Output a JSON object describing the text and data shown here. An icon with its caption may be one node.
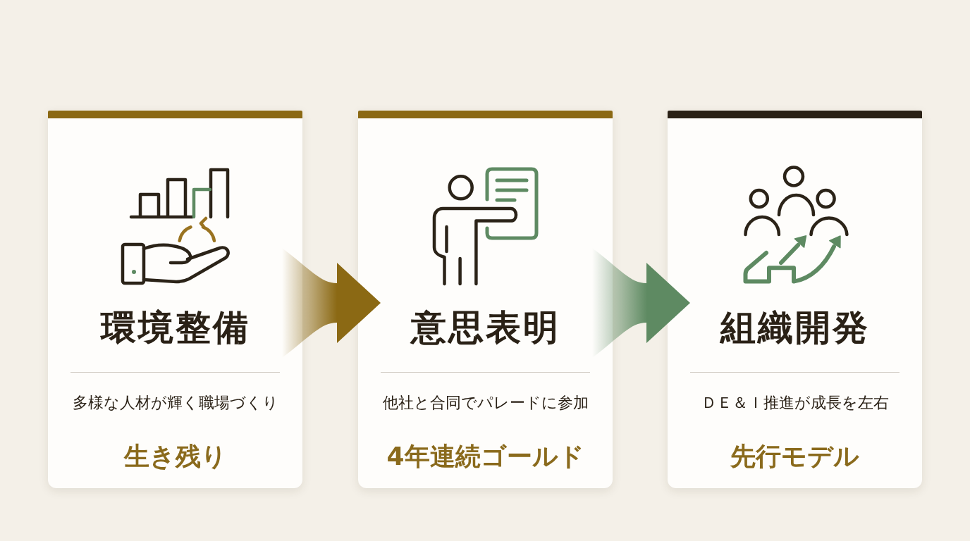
{
  "diagram": {
    "nodes": [
      {
        "text": [
          "環境整備",
          "多様な人材が輝く職場づくり",
          "生き残り"
        ]
      },
      {
        "text": [
          "意思表明",
          "他社と合同でパレードに参加",
          "4年連続ゴールド"
        ]
      },
      {
        "text": [
          "組織開発",
          "ＤＥ＆Ｉ推進が成長を左右",
          "先行モデル"
        ]
      }
    ],
    "edges": [
      {
        "from": 0,
        "to": 1,
        "arrow": "to",
        "color": "#8b6914"
      },
      {
        "from": 1,
        "to": 2,
        "arrow": "to",
        "color": "#5e8a62"
      }
    ]
  }
}
